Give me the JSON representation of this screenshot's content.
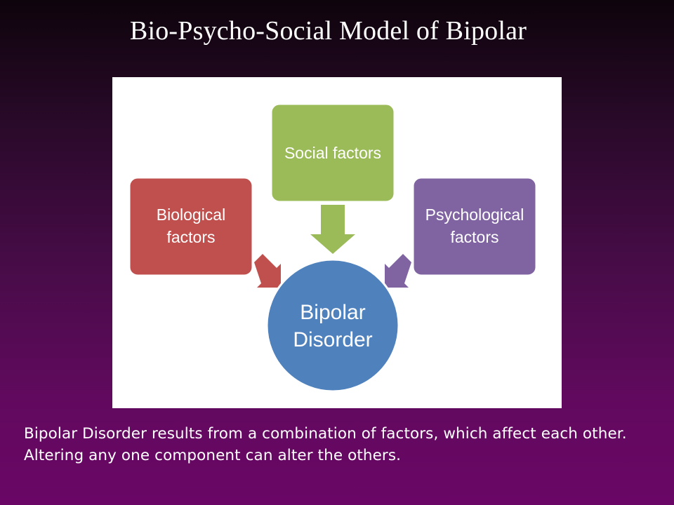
{
  "slide": {
    "title": "Bio-Psycho-Social Model of Bipolar",
    "caption": "Bipolar Disorder results from a combination of factors, which affect each other. Altering any one component can alter the others."
  },
  "diagram": {
    "center": {
      "line1": "Bipolar",
      "line2": "Disorder",
      "color": "#4f81bd"
    },
    "factors": {
      "biological": {
        "line1": "Biological",
        "line2": "factors",
        "color": "#c0504d"
      },
      "social": {
        "line1": "Social factors",
        "color": "#9bbb59"
      },
      "psychological": {
        "line1": "Psychological",
        "line2": "factors",
        "color": "#8064a2"
      }
    }
  },
  "colors": {
    "background_top": "#0e040c",
    "background_bottom": "#6a0766",
    "panel": "#ffffff",
    "text": "#ffffff"
  }
}
